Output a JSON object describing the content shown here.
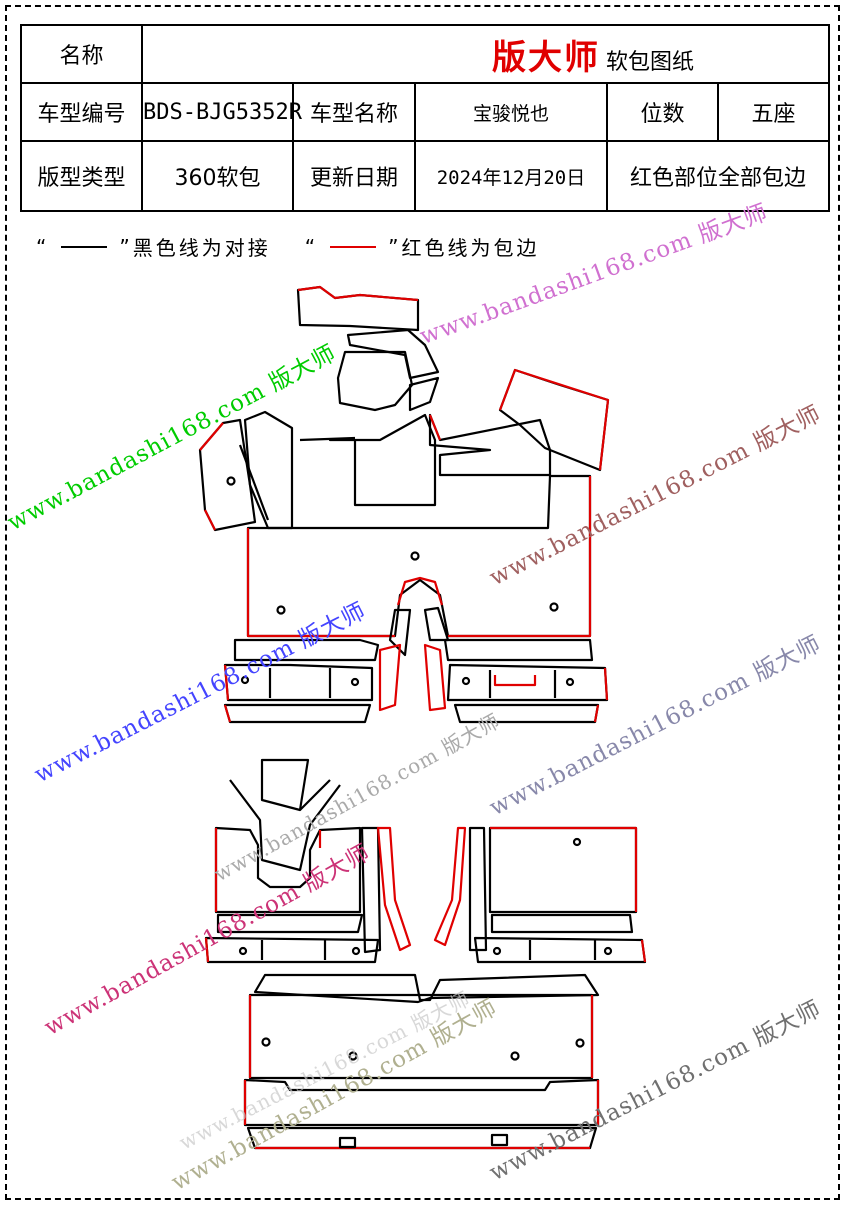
{
  "header": {
    "name_label": "名称",
    "brand": "版大师",
    "doc_type": "软包图纸",
    "model_code_label": "车型编号",
    "model_code": "BDS-BJG5352R",
    "model_name_label": "车型名称",
    "model_name": "宝骏悦也",
    "seats_label": "位数",
    "seats": "五座",
    "pattern_type_label": "版型类型",
    "pattern_type": "360软包",
    "update_label": "更新日期",
    "update_date": "2024年12月20日",
    "note": "红色部位全部包边"
  },
  "legend": {
    "quote_open": "“",
    "quote_close": "”",
    "black_text": "黑色线为对接",
    "red_text": "红色线为包边"
  },
  "watermarks": [
    "www.bandashi168.com 版大师",
    "www.bandashi168.com 版大师",
    "www.bandashi168.com 版大师",
    "www.bandashi168.com 版大师",
    "www.bandashi168.com 版大师",
    "www.bandashi168.com 版大师",
    "www.bandashi168.com 版大师",
    "www.bandashi168.com 版大师",
    "www.bandashi168.com 版大师",
    "www.bandashi168.com 版大师"
  ],
  "colors": {
    "seam_black": "#000000",
    "edge_red": "#e00000"
  }
}
